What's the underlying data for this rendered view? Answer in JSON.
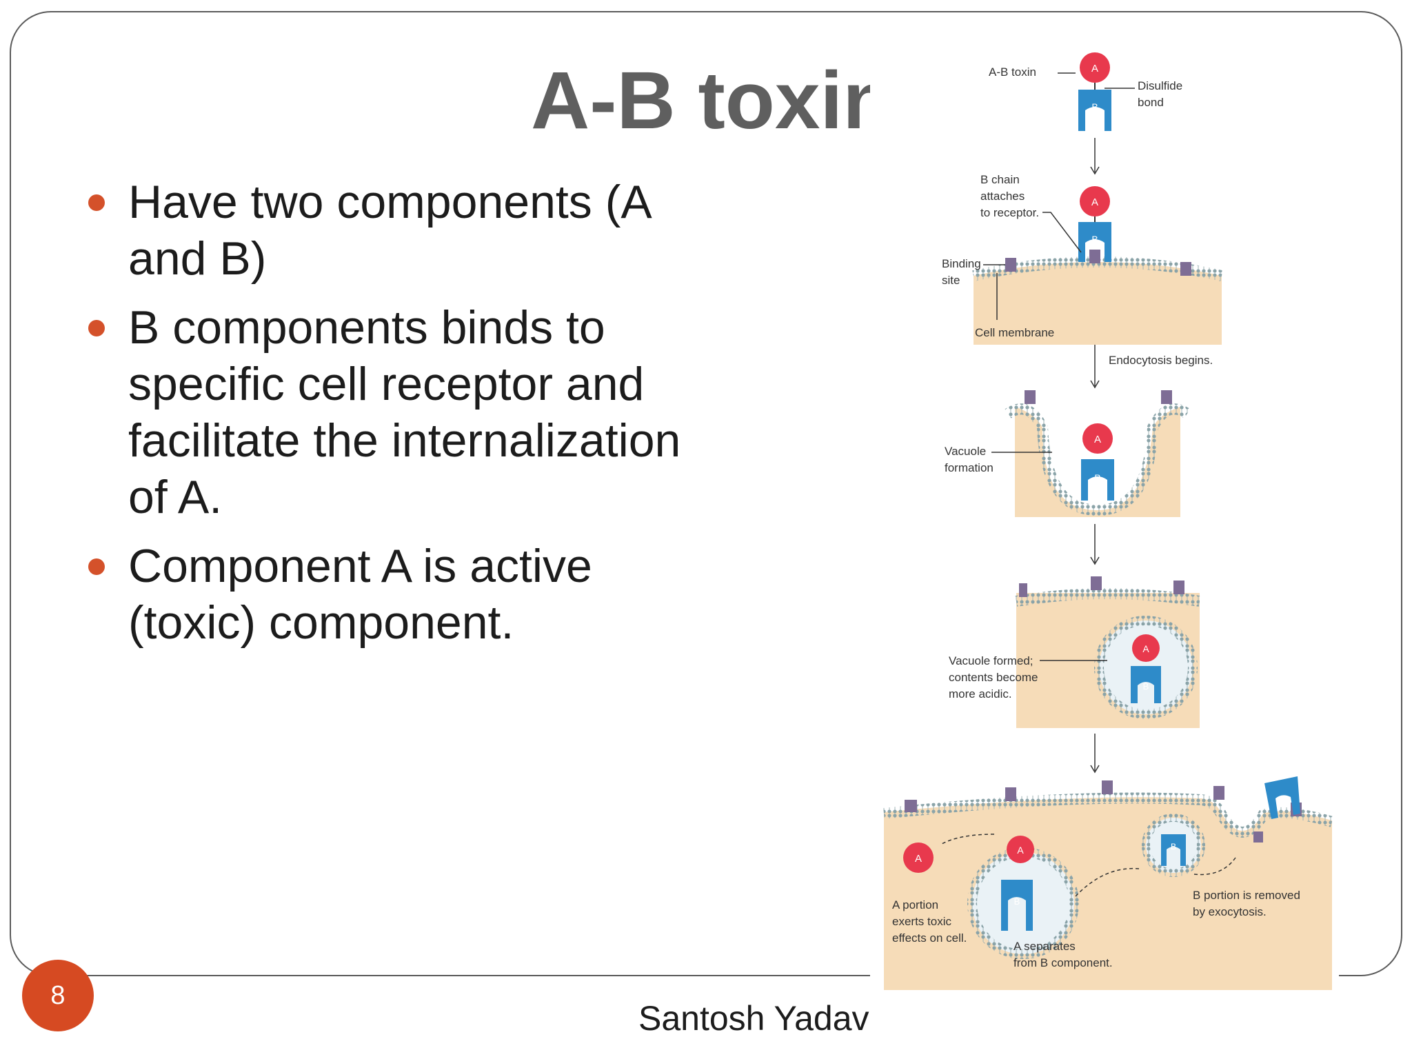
{
  "slide": {
    "title": "A-B toxin",
    "bullets": [
      "Have two components (A and B)",
      "B components binds to specific cell receptor  and facilitate the internalization of A.",
      "Component A is active (toxic) component."
    ],
    "page_number": "8",
    "author": "Santosh Yadav"
  },
  "diagram": {
    "labels": {
      "ab_toxin": "A-B toxin",
      "disulfide": [
        "Disulfide",
        "bond"
      ],
      "b_chain": [
        "B chain",
        "attaches",
        "to receptor."
      ],
      "binding_site": [
        "Binding",
        "site"
      ],
      "cell_membrane": "Cell membrane",
      "endocytosis": "Endocytosis begins.",
      "vacuole_formation": [
        "Vacuole",
        "formation"
      ],
      "vacuole_formed": [
        "Vacuole formed;",
        "contents become",
        "more acidic."
      ],
      "a_portion": [
        "A portion",
        "exerts toxic",
        "effects on cell."
      ],
      "a_separates": [
        "A separates",
        "from B component."
      ],
      "b_removed": [
        "B portion is removed",
        "by exocytosis."
      ],
      "letter_a": "A",
      "letter_b": "B"
    },
    "colors": {
      "toxin_a": "#e8394d",
      "toxin_b": "#2e8bc9",
      "cell": "#f6dcb8",
      "receptor": "#7e6d95",
      "membrane": "#8aa3a8"
    }
  }
}
